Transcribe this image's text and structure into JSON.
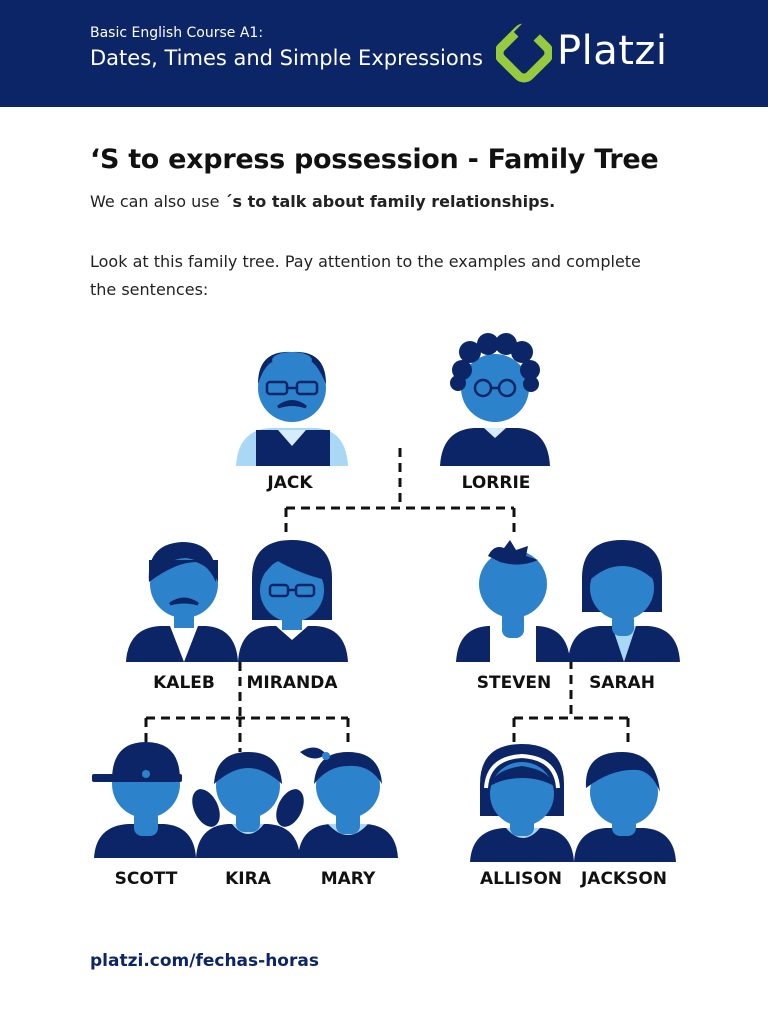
{
  "header": {
    "course": "Basic English Course A1:",
    "subtitle": "Dates, Times and Simple Expressions",
    "brand": "Platzi",
    "brand_color": "#98ca3f",
    "bg_color": "#0c2567"
  },
  "page": {
    "title": "‘S to express possession - Family Tree",
    "intro_plain": "We can also use ",
    "intro_bold": "´s to talk about family relationships.",
    "instructions": "Look at this family tree. Pay attention to the examples and complete the sentences:"
  },
  "family": {
    "grandparents": [
      "JACK",
      "LORRIE"
    ],
    "parents_left": [
      "KALEB",
      "MIRANDA"
    ],
    "parents_right": [
      "STEVEN",
      "SARAH"
    ],
    "children_left": [
      "SCOTT",
      "KIRA",
      "MARY"
    ],
    "children_right": [
      "ALLISON",
      "JACKSON"
    ]
  },
  "footer": {
    "link": "platzi.com/fechas-horas"
  }
}
